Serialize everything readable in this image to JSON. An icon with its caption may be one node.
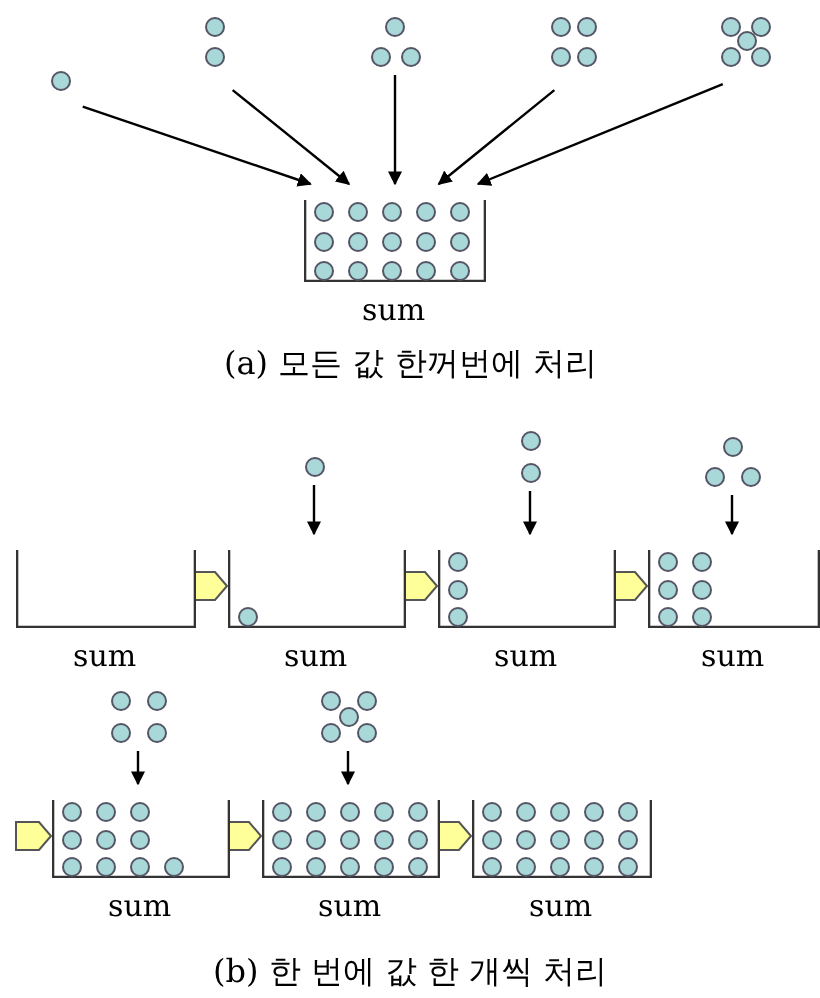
{
  "diagram": {
    "nodes": [
      {
        "text": [],
        "shape": "circle"
      },
      {
        "text": [],
        "shape": "circle"
      },
      {
        "text": [],
        "shape": "circle"
      },
      {
        "text": [],
        "shape": "circle"
      },
      {
        "text": [],
        "shape": "circle"
      },
      {
        "text": [
          "sum"
        ]
      },
      {
        "text": [
          "sum"
        ]
      },
      {
        "text": [
          "sum"
        ]
      },
      {
        "text": [
          "sum"
        ]
      },
      {
        "text": [
          "sum"
        ]
      },
      {
        "text": [
          "sum"
        ]
      },
      {
        "text": [
          "sum"
        ]
      },
      {
        "text": [
          "sum"
        ]
      },
      {
        "text": [],
        "shape": "circle"
      },
      {
        "text": [],
        "shape": "circle"
      },
      {
        "text": [],
        "shape": "circle"
      },
      {
        "text": [],
        "shape": "circle"
      },
      {
        "text": [],
        "shape": "circle"
      }
    ],
    "edges": [
      {
        "from": 0,
        "to": 5,
        "arrow": "to"
      },
      {
        "from": 1,
        "to": 5,
        "arrow": "to"
      },
      {
        "from": 2,
        "to": 5,
        "arrow": "to"
      },
      {
        "from": 3,
        "to": 5,
        "arrow": "to"
      },
      {
        "from": 4,
        "to": 5,
        "arrow": "to"
      },
      {
        "from": 6,
        "to": 7,
        "arrow": "to",
        "style": "thick",
        "color": "#ffff99"
      },
      {
        "from": 7,
        "to": 8,
        "arrow": "to",
        "style": "thick",
        "color": "#ffff99"
      },
      {
        "from": 8,
        "to": 9,
        "arrow": "to",
        "style": "thick",
        "color": "#ffff99"
      },
      {
        "from": null,
        "to": 10,
        "arrow": "to",
        "style": "thick",
        "color": "#ffff99"
      },
      {
        "from": 10,
        "to": 11,
        "arrow": "to",
        "style": "thick",
        "color": "#ffff99"
      },
      {
        "from": 11,
        "to": 12,
        "arrow": "to",
        "style": "thick",
        "color": "#ffff99"
      },
      {
        "from": 13,
        "to": 7,
        "arrow": "to"
      },
      {
        "from": 14,
        "to": 8,
        "arrow": "to"
      },
      {
        "from": 15,
        "to": 9,
        "arrow": "to"
      },
      {
        "from": 16,
        "to": 10,
        "arrow": "to"
      },
      {
        "from": 17,
        "to": 11,
        "arrow": "to"
      }
    ],
    "labels": [
      "(a) 모든 값 한꺼번에 처리",
      "(b) 한 번에 값 한 개씩 처리"
    ]
  }
}
